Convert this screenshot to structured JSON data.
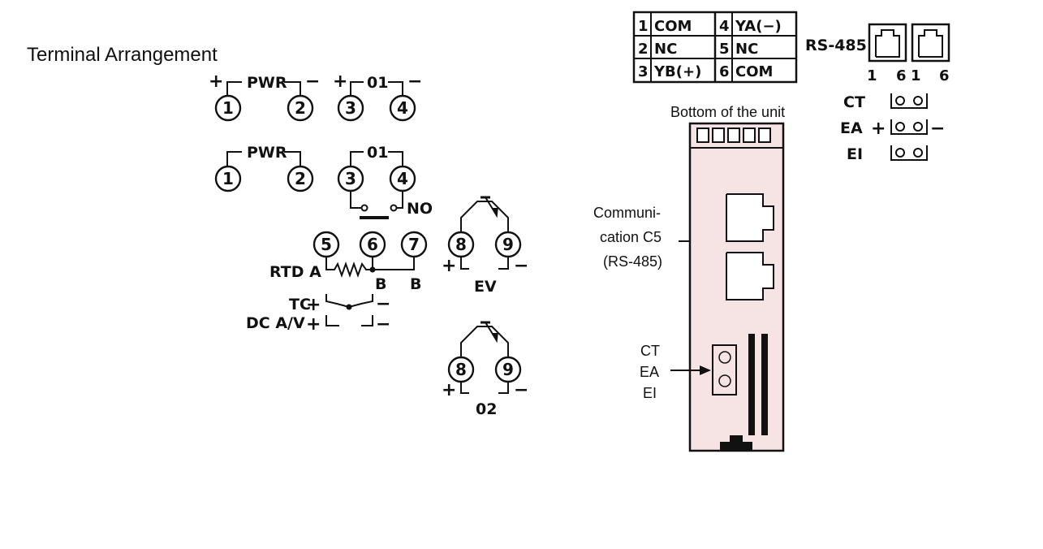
{
  "title": "Terminal Arrangement",
  "terminals": {
    "t1": "1",
    "t2": "2",
    "t3": "3",
    "t4": "4",
    "t5": "5",
    "t6": "6",
    "t7": "7",
    "t8": "8",
    "t9": "9"
  },
  "labels": {
    "pwr": "PWR",
    "o1": "01",
    "o2": "02",
    "no": "NO",
    "rtd": "RTD A",
    "b": "B",
    "tc": "TC",
    "dcav": "DC A/V",
    "ev": "EV",
    "plus": "+",
    "minus": "−"
  },
  "pin_table": [
    {
      "pin": "1",
      "name": "COM"
    },
    {
      "pin": "2",
      "name": "NC"
    },
    {
      "pin": "3",
      "name": "YB(+)"
    },
    {
      "pin": "4",
      "name": "YA(−)"
    },
    {
      "pin": "5",
      "name": "NC"
    },
    {
      "pin": "6",
      "name": "COM"
    }
  ],
  "rs485": {
    "label": "RS-485",
    "pin_left": "1",
    "pin_right": "6"
  },
  "jumpers": {
    "ct": "CT",
    "ea": "EA",
    "ei": "EI"
  },
  "unit": {
    "bottom_label": "Bottom of the unit",
    "comm_line1": "Communi-",
    "comm_line2": "cation C5",
    "comm_line3": "(RS-485)",
    "ct": "CT",
    "ea": "EA",
    "ei": "EI"
  }
}
